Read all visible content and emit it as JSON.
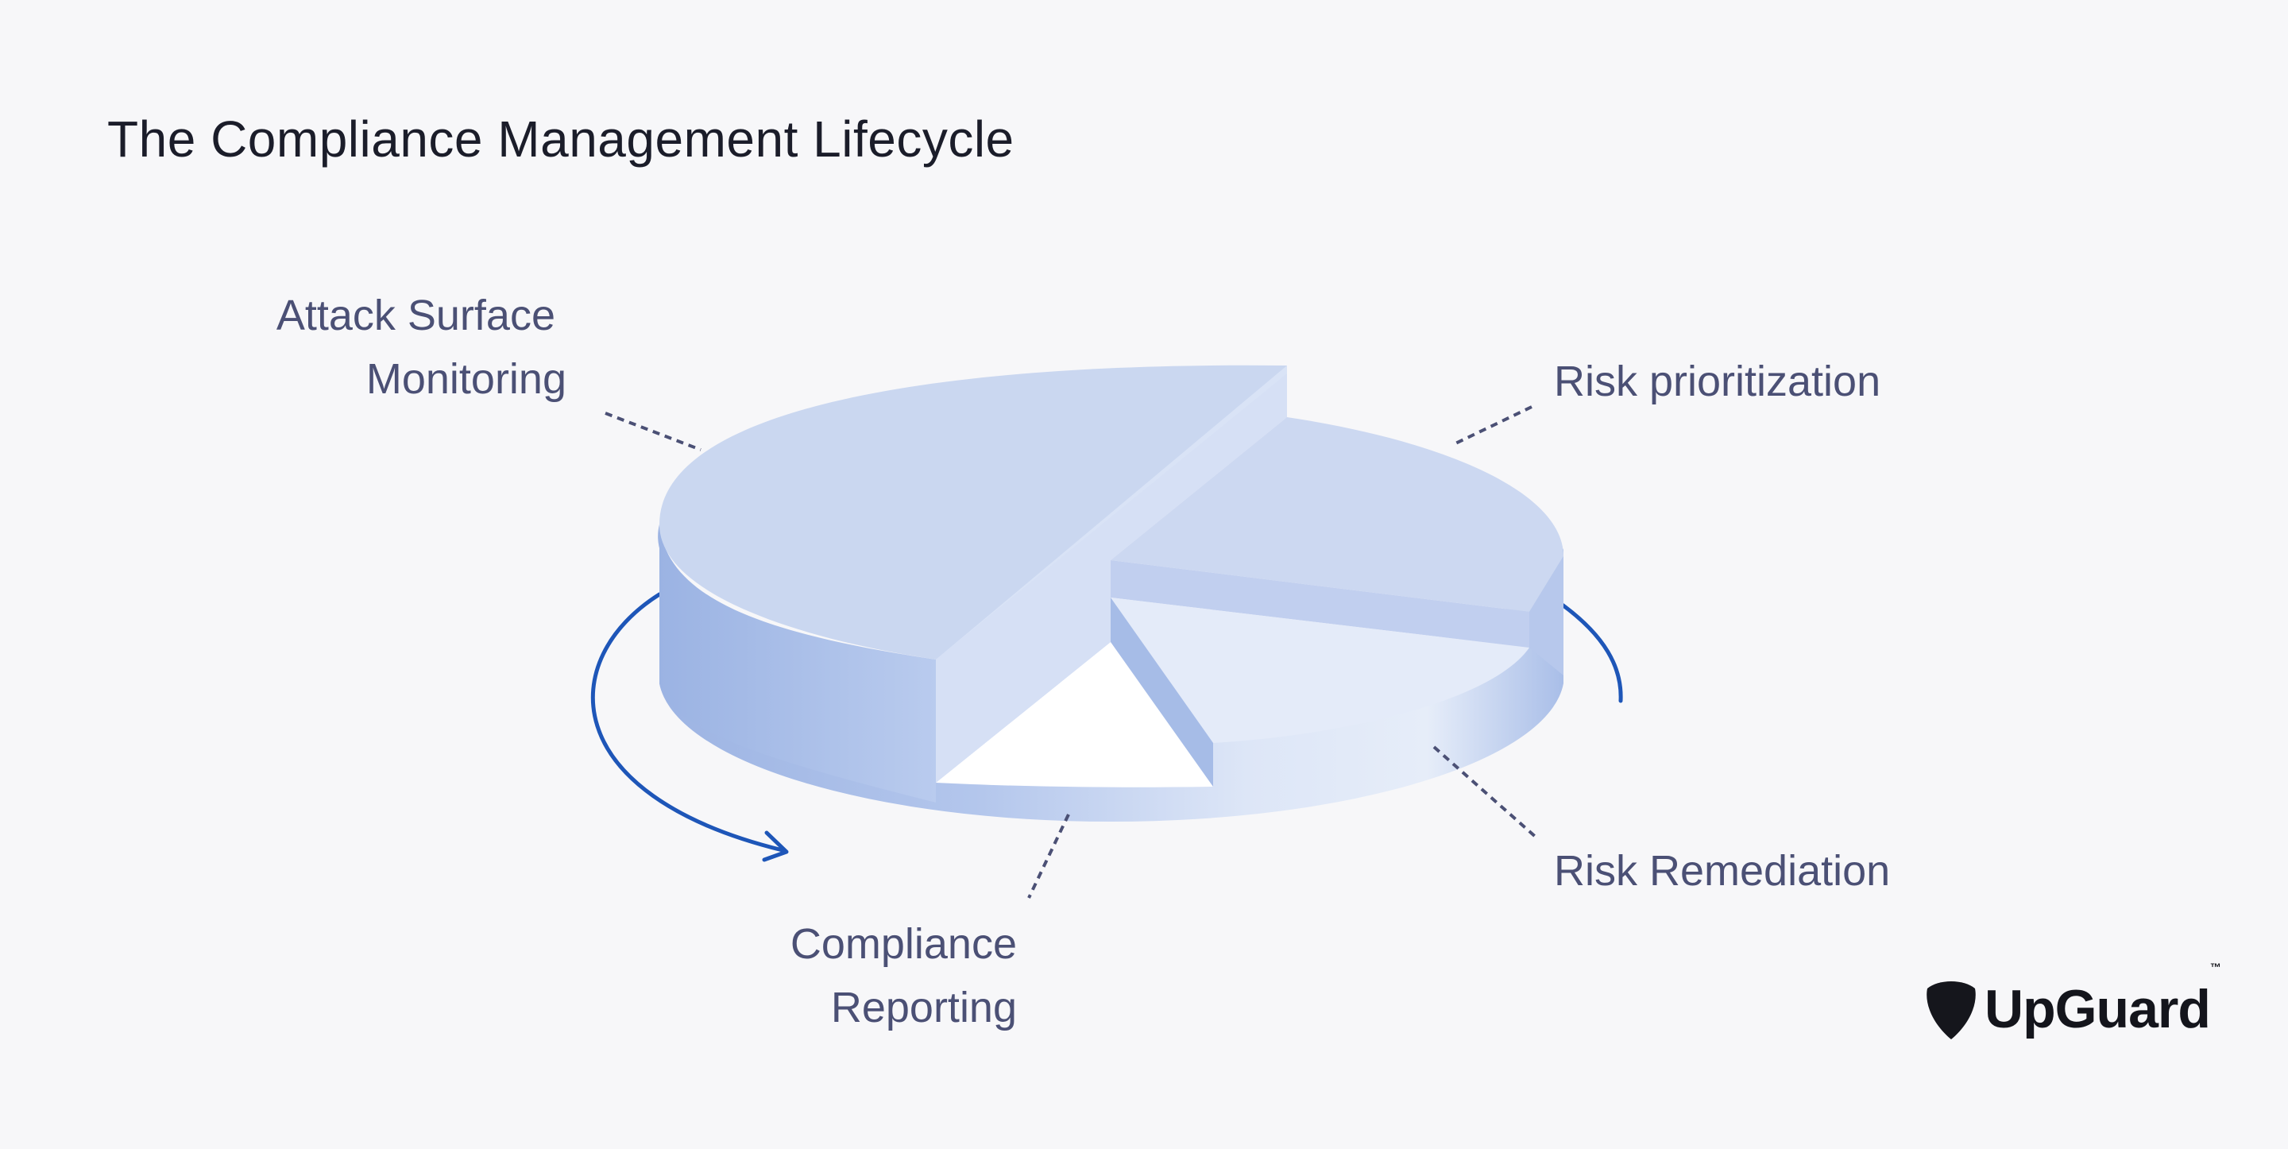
{
  "title": "The Compliance Management Lifecycle",
  "segments": [
    {
      "id": "attack-surface-monitoring",
      "lines": [
        "Attack Surface",
        "Monitoring"
      ]
    },
    {
      "id": "risk-prioritization",
      "lines": [
        "Risk prioritization"
      ]
    },
    {
      "id": "risk-remediation",
      "lines": [
        "Risk Remediation"
      ]
    },
    {
      "id": "compliance-reporting",
      "lines": [
        "Compliance",
        "Reporting"
      ]
    }
  ],
  "brand": {
    "name": "UpGuard",
    "tm": "™"
  },
  "colors": {
    "top_main": "#cbd7f0",
    "top_light": "#e5ecfa",
    "side_dark": "#9fb6e4",
    "arrow": "#1e56b8",
    "leader": "#4b5075"
  }
}
